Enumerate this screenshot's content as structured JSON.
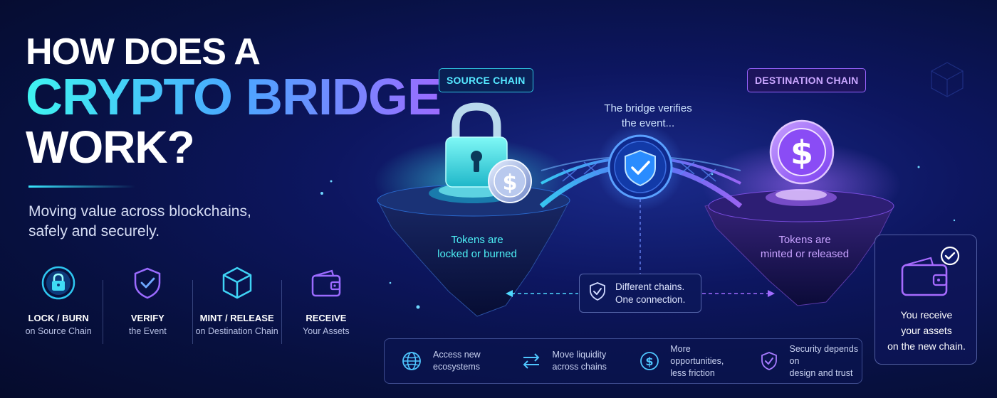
{
  "headline": {
    "line1": "HOW DOES A",
    "line2": "CRYPTO BRIDGE",
    "line3": "WORK?"
  },
  "subtitle": "Moving value across blockchains, safely and securely.",
  "steps": [
    {
      "title": "LOCK / BURN",
      "sub": "on Source Chain",
      "icon": "lock-icon"
    },
    {
      "title": "VERIFY",
      "sub": "the Event",
      "icon": "shield-check-icon"
    },
    {
      "title": "MINT / RELEASE",
      "sub": "on Destination Chain",
      "icon": "cube-icon"
    },
    {
      "title": "RECEIVE",
      "sub": "Your Assets",
      "icon": "wallet-icon"
    }
  ],
  "diagram": {
    "source_label": "SOURCE CHAIN",
    "destination_label": "DESTINATION CHAIN",
    "verify_line1": "The bridge verifies",
    "verify_line2": "the event...",
    "left_caption_line1": "Tokens are",
    "left_caption_line2": "locked or burned",
    "right_caption_line1": "Tokens are",
    "right_caption_line2": "minted or released",
    "connection_line1": "Different chains.",
    "connection_line2": "One connection.",
    "coin_symbol": "$"
  },
  "benefits": [
    {
      "line1": "Access new",
      "line2": "ecosystems",
      "icon": "globe-icon"
    },
    {
      "line1": "Move liquidity",
      "line2": "across chains",
      "icon": "swap-arrows-icon"
    },
    {
      "line1": "More opportunities,",
      "line2": "less friction",
      "icon": "dollar-circle-icon"
    },
    {
      "line1": "Security depends on",
      "line2": "design and trust",
      "icon": "shield-check-icon"
    }
  ],
  "receive": {
    "line1": "You receive",
    "line2": "your assets",
    "line3": "on the new chain."
  },
  "colors": {
    "cyan": "#3ff4f0",
    "blue": "#4aa8ff",
    "purple": "#9b6bff",
    "background": "#0a1450"
  }
}
